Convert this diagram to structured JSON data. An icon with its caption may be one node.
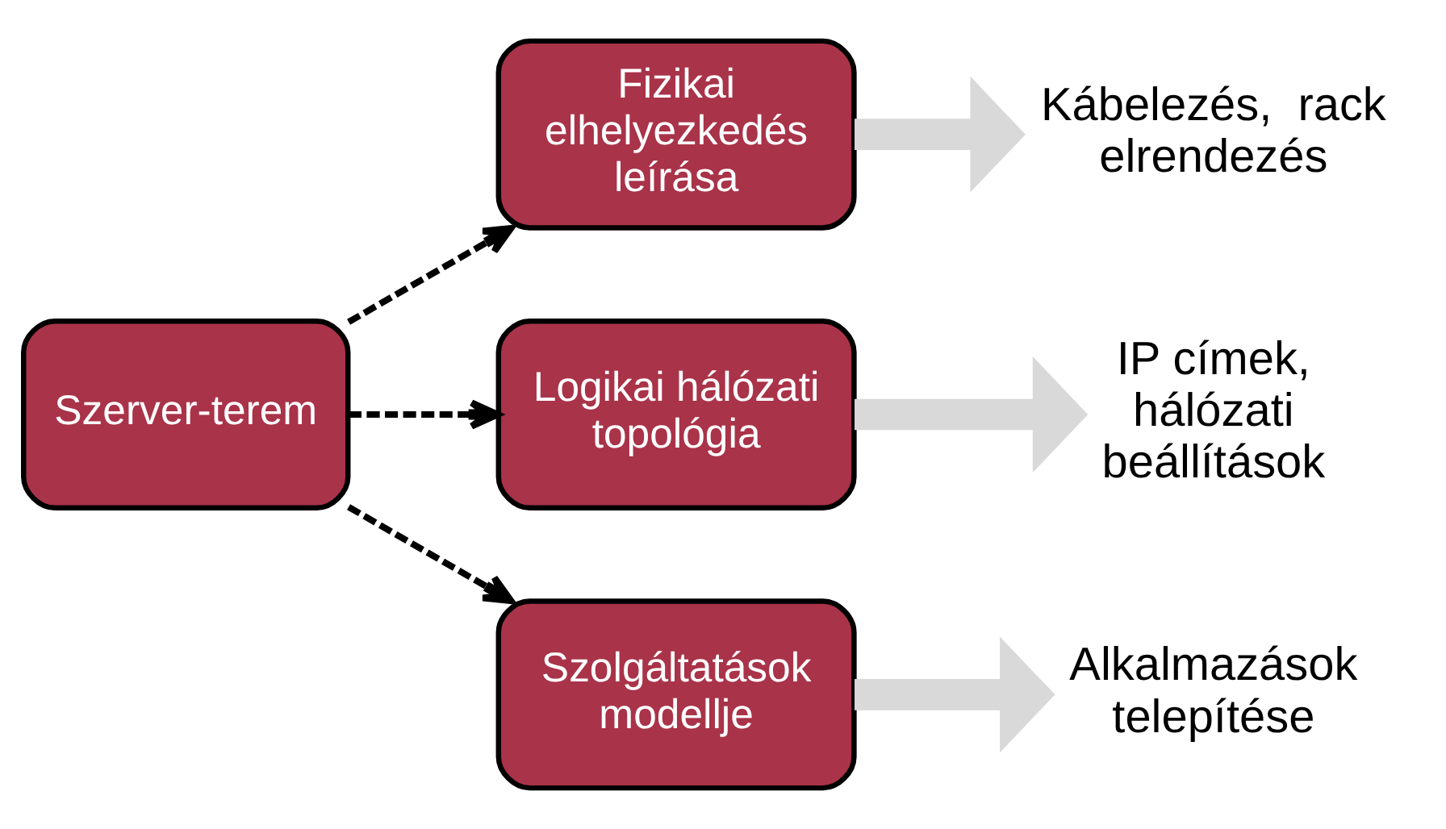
{
  "diagram": {
    "nodes": [
      {
        "text": [
          "Szerver-terem"
        ]
      },
      {
        "text": [
          "Fizikai elhelyezkedés leírása"
        ]
      },
      {
        "text": [
          "Logikai hálózati topológia"
        ]
      },
      {
        "text": [
          "Szolgáltatások modellje"
        ]
      },
      {
        "text": [
          "Kábelezés,  rack elrendezés"
        ]
      },
      {
        "text": [
          "IP címek, hálózati beállítások"
        ]
      },
      {
        "text": [
          "Alkalmazások telepítése"
        ]
      }
    ],
    "edges": [
      {
        "from": 0,
        "to": 1,
        "arrow": "to",
        "style": "dashed"
      },
      {
        "from": 0,
        "to": 2,
        "arrow": "to",
        "style": "dashed"
      },
      {
        "from": 0,
        "to": 3,
        "arrow": "to",
        "style": "dashed"
      },
      {
        "from": 1,
        "to": 4,
        "arrow": "to",
        "style": "thick",
        "color": "#d9d9d9"
      },
      {
        "from": 2,
        "to": 5,
        "arrow": "to",
        "style": "thick",
        "color": "#d9d9d9"
      },
      {
        "from": 3,
        "to": 6,
        "arrow": "to",
        "style": "thick",
        "color": "#d9d9d9"
      }
    ]
  }
}
